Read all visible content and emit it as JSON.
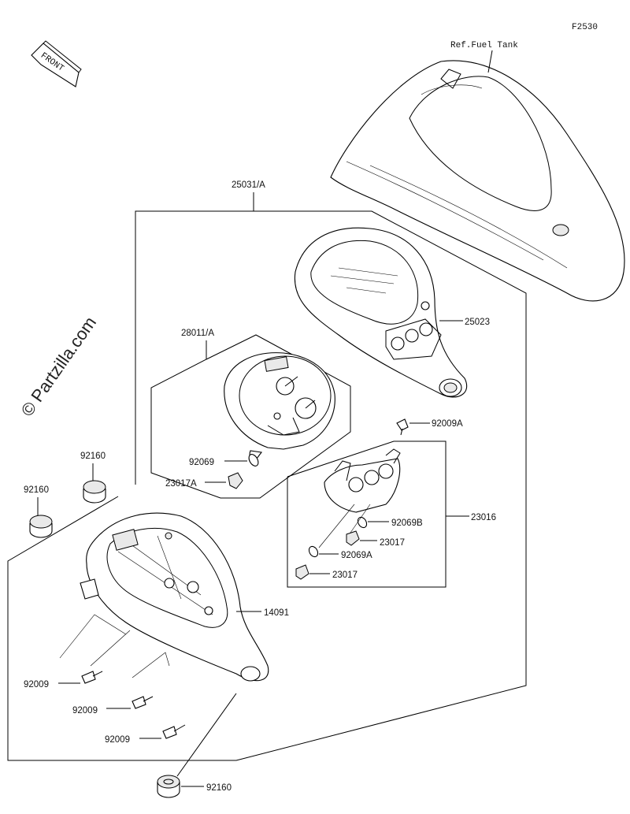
{
  "figure_id": "F2530",
  "watermark": "© Partzilla.com",
  "front_badge": "FRONT",
  "ref_note": "Ref.Fuel Tank",
  "parts": {
    "p25031A": "25031/A",
    "p25023": "25023",
    "p28011A": "28011/A",
    "p92069": "92069",
    "p23017A": "23017A",
    "p92009A": "92009A",
    "p23016": "23016",
    "p92069B": "92069B",
    "p23017_1": "23017",
    "p92069A": "92069A",
    "p23017_2": "23017",
    "p92160_1": "92160",
    "p92160_2": "92160",
    "p14091": "14091",
    "p92009_1": "92009",
    "p92009_2": "92009",
    "p92009_3": "92009",
    "p92160_3": "92160"
  }
}
